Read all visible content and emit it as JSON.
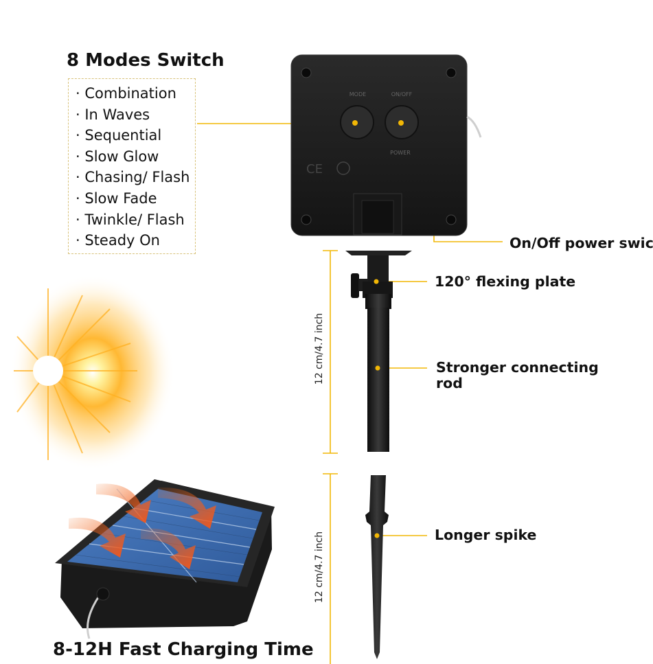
{
  "modes": {
    "title": "8 Modes Switch",
    "items": [
      "Combination",
      "In Waves",
      "Sequential",
      "Slow Glow",
      "Chasing/ Flash",
      "Slow Fade",
      "Twinkle/ Flash",
      "Steady On"
    ]
  },
  "callouts": {
    "power_switch": "On/Off power swich",
    "flexing_plate": "120° flexing plate",
    "connecting_rod": "Stronger connecting rod",
    "spike": "Longer spike"
  },
  "dimensions": {
    "rod_length": "12 cm/4.7 inch",
    "spike_length": "12 cm/4.7 inch"
  },
  "charging": {
    "caption": "8-12H Fast Charging Time"
  },
  "device": {
    "mode_button_label": "MODE",
    "onoff_label": "ON/OFF",
    "power_label": "POWER"
  },
  "colors": {
    "accent": "#f2b705",
    "device_body": "#1c1c1c",
    "panel_blue": "#3c6fb4",
    "arrow": "#f26a1b"
  }
}
